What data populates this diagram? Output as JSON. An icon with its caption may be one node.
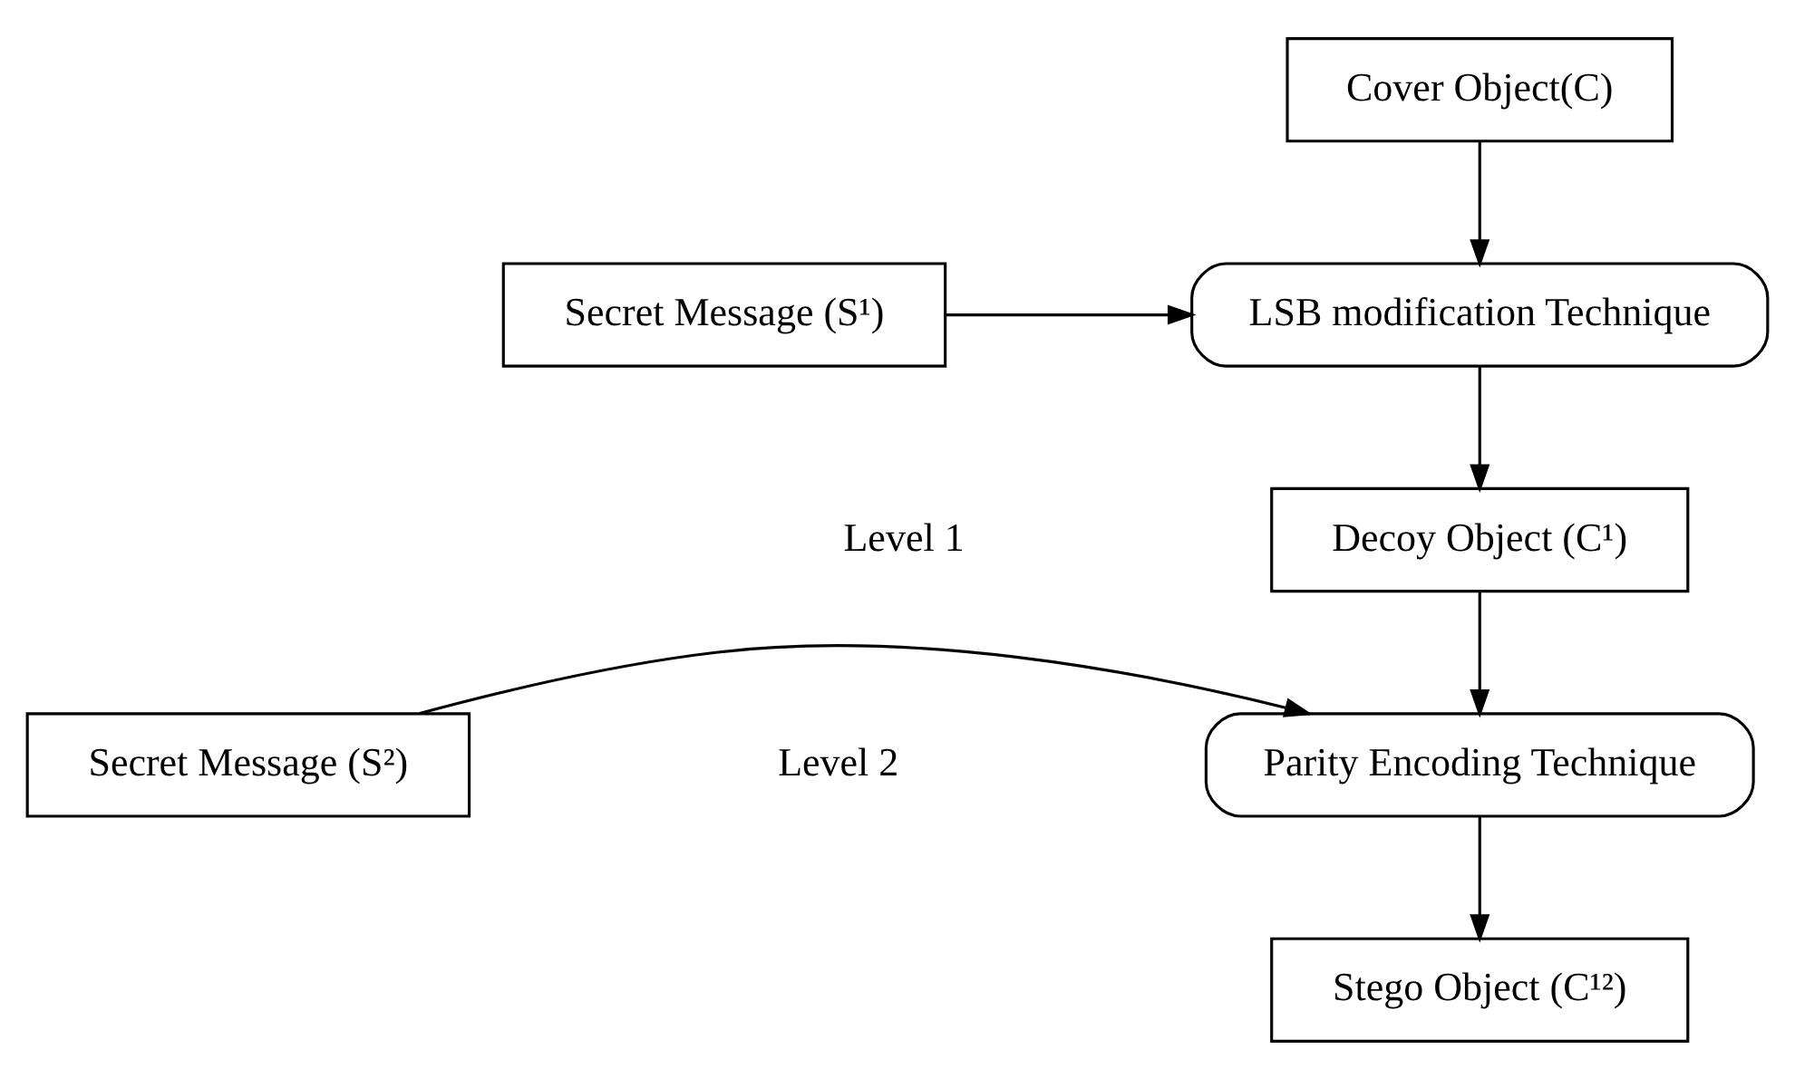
{
  "diagram": {
    "nodes": [
      {
        "text": [
          "Cover Object(C)"
        ]
      },
      {
        "text": [
          "LSB modification Technique"
        ]
      },
      {
        "text": [
          "Secret Message (S¹)"
        ]
      },
      {
        "text": [
          "Decoy Object (C¹)"
        ]
      },
      {
        "text": [
          "Parity Encoding Technique"
        ]
      },
      {
        "text": [
          "Secret Message (S²)"
        ]
      },
      {
        "text": [
          "Stego Object (C¹²)"
        ]
      }
    ],
    "edges": [
      {
        "from": 0,
        "to": 1,
        "arrow": "to"
      },
      {
        "from": 2,
        "to": 1,
        "arrow": "to"
      },
      {
        "from": 1,
        "to": 3,
        "arrow": "to"
      },
      {
        "from": 3,
        "to": 4,
        "arrow": "to"
      },
      {
        "from": 5,
        "to": 4,
        "arrow": "to"
      },
      {
        "from": 4,
        "to": 6,
        "arrow": "to"
      }
    ],
    "labels": [
      "Level 1",
      "Level 2"
    ]
  }
}
